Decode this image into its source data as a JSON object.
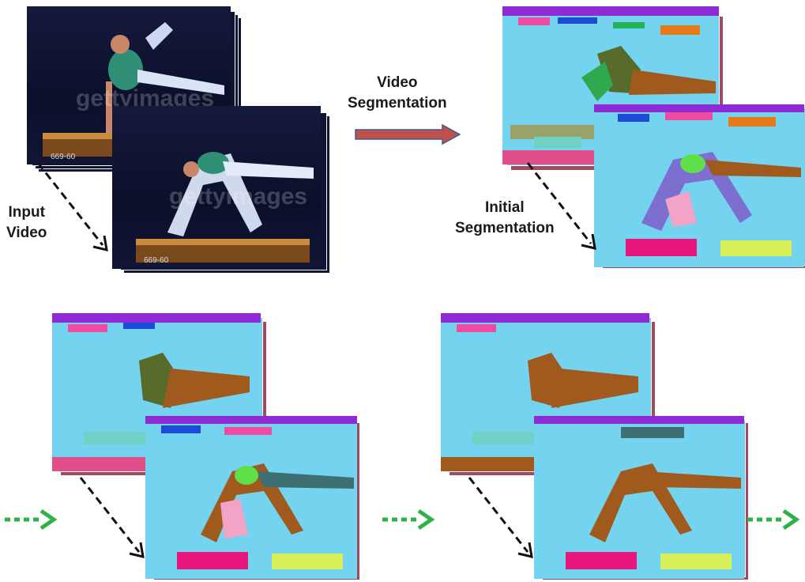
{
  "labels": {
    "input_video": "Input\nVideo",
    "video_segmentation": "Video\nSegmentation",
    "initial_segmentation": "Initial\nSegmentation"
  },
  "frame_overlay": {
    "watermark": "gettyimages",
    "clip_code": "669-60"
  },
  "colors": {
    "process_arrow": "#c0504d",
    "process_arrow_border": "#3a5f8a",
    "dashed_arrow": "#111111",
    "flow_arrow": "#2db24a",
    "segmentation_background": "#74d3ee",
    "athlete_region": "#a15a1d"
  }
}
